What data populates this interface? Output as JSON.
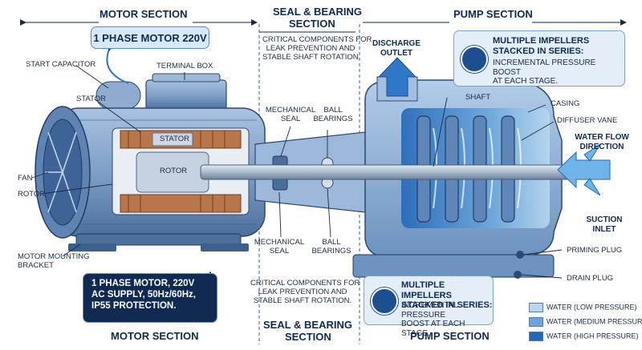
{
  "headers": {
    "motor_top": "MOTOR SECTION",
    "seal_top_1": "SEAL & BEARING",
    "seal_top_2": "SECTION",
    "pump_top": "PUMP SECTION",
    "motor_bottom": "MOTOR SECTION",
    "seal_bottom_1": "SEAL & BEARING",
    "seal_bottom_2": "SECTION",
    "pump_bottom": "PUMP SECTION"
  },
  "motor_box": "1 PHASE MOTOR 220V",
  "spec_box": [
    "1 PHASE MOTOR, 220V",
    "AC SUPPLY, 50Hz/60Hz,",
    "IP55 PROTECTION."
  ],
  "seal_notes": {
    "top": [
      "CRITICAL COMPONENTS FOR",
      "LEAK PREVENTION AND",
      "STABLE SHAFT ROTATION."
    ],
    "bottom": [
      "CRITICAL COMPONENTS FOR",
      "LEAK PREVENTION AND",
      "STABLE SHAFT ROTATION."
    ]
  },
  "impeller_boxes": {
    "top": {
      "title": [
        "MULTIPLE IMPELLERS",
        "STACKED IN SERIES:"
      ],
      "body": [
        "INCREMENTAL PRESSURE BOOST",
        "AT EACH STAGE."
      ]
    },
    "bottom": {
      "title": [
        "MULTIPLE IMPELLERS",
        "STACKED IN SERIES:"
      ],
      "body": [
        "INCREMENTAL PRESSURE",
        "BOOST AT EACH STAGE."
      ]
    }
  },
  "labels": {
    "start_capacitor": "START CAPACITOR",
    "terminal_box": "TERMINAL BOX",
    "stator": "STATOR",
    "stator_inner": "STATOR",
    "rotor_inner": "ROTOR",
    "fan": "FAN",
    "rotor": "ROTOR",
    "motor_mounting_bracket": [
      "MOTOR MOUNTING",
      "BRACKET"
    ],
    "mechanical_seal_top": [
      "MECHANICAL",
      "SEAL"
    ],
    "ball_bearings_top": [
      "BALL",
      "BEARINGS"
    ],
    "mechanical_seal_bottom": [
      "MECHANICAL",
      "SEAL"
    ],
    "ball_bearings_bottom": [
      "BALL",
      "BEARINGS"
    ],
    "discharge_outlet": [
      "DISCHARGE",
      "OUTLET"
    ],
    "shaft": "SHAFT",
    "casing": "CASING",
    "diffuser_vane": "DIFFUSER VANE",
    "water_flow_direction": [
      "WATER FLOW",
      "DIRECTION"
    ],
    "suction_inlet": [
      "SUCTION",
      "INLET"
    ],
    "priming_plug": "PRIMING PLUG",
    "drain_plug": "DRAIN PLUG"
  },
  "legend": [
    {
      "label": "WATER (LOW PRESSURE)",
      "color": "#b9d8f0"
    },
    {
      "label": "WATER (MEDIUM PRESSURE)",
      "color": "#6aa6dc"
    },
    {
      "label": "WATER (HIGH PRESSURE)",
      "color": "#2368b8"
    }
  ],
  "colors": {
    "navy": "#0d2a52",
    "motor_body": "#7f9fc6",
    "motor_dark": "#3d5f8c",
    "copper": "#b8764a",
    "pump_body": "#8fb3da"
  }
}
